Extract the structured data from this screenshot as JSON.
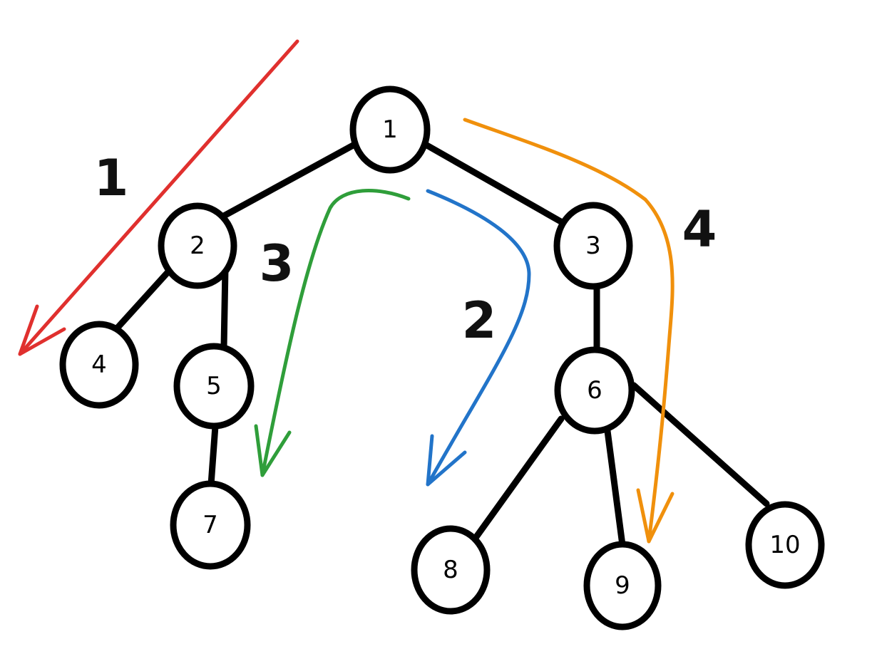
{
  "colors": {
    "red": "#e0302e",
    "blue": "#2274c9",
    "green": "#2f9e3a",
    "orange": "#f0900c",
    "node_stroke": "#000000"
  },
  "nodes": {
    "n1": "1",
    "n2": "2",
    "n3": "3",
    "n4": "4",
    "n5": "5",
    "n6": "6",
    "n7": "7",
    "n8": "8",
    "n9": "9",
    "n10": "10"
  },
  "edges": [
    [
      "1",
      "2"
    ],
    [
      "1",
      "3"
    ],
    [
      "2",
      "4"
    ],
    [
      "2",
      "5"
    ],
    [
      "5",
      "7"
    ],
    [
      "3",
      "6"
    ],
    [
      "6",
      "8"
    ],
    [
      "6",
      "9"
    ],
    [
      "6",
      "10"
    ]
  ],
  "arrows": {
    "red": {
      "label": "1",
      "color": "red"
    },
    "blue": {
      "label": "2",
      "color": "blue"
    },
    "green": {
      "label": "3",
      "color": "green"
    },
    "orange": {
      "label": "4",
      "color": "orange"
    }
  }
}
